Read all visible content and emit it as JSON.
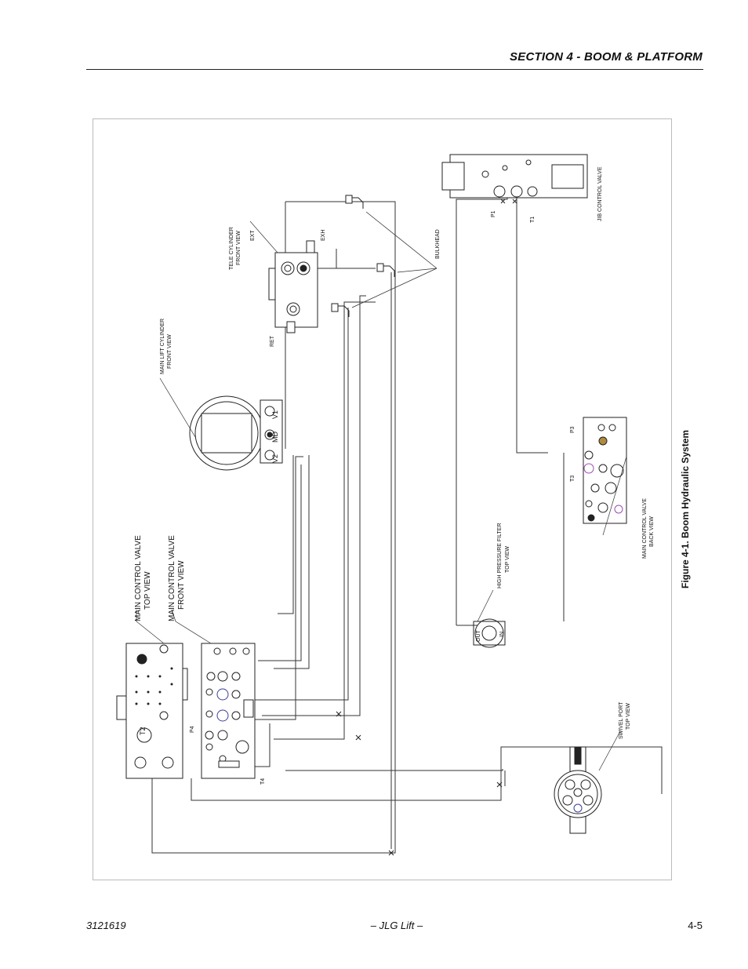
{
  "header": {
    "section_title": "SECTION 4 - BOOM & PLATFORM"
  },
  "figure": {
    "caption": "Figure 4-1.  Boom Hydraulic System",
    "labels": {
      "main_cv_top": [
        "MAIN CONTROL VALVE",
        "TOP VIEW"
      ],
      "main_cv_front": [
        "MAIN CONTROL VALVE",
        "FRONT VIEW"
      ],
      "main_lift_cyl": [
        "MAIN LIFT CYLINDER",
        "FRONT VIEW"
      ],
      "tele_cyl": [
        "TELE CYLINDER",
        "FRONT VIEW"
      ],
      "ext": "EXT",
      "exh": "EXH",
      "ret": "RET",
      "bulkhead": "BULKHEAD",
      "jib_cv": "JIB CONTROL VALVE",
      "p1": "P1",
      "t1": "T1",
      "hp_filter": [
        "HIGH PRESSURE FILTER",
        "TOP VIEW"
      ],
      "main_cv_back": [
        "MAIN CONTROL VALVE",
        "BACK VIEW"
      ],
      "p3": "P3",
      "t3": "T3",
      "swivel_port": [
        "SWIVEL PORT",
        "TOP VIEW"
      ],
      "t2": "T2",
      "p4": "P4",
      "t4": "T4",
      "v1": "V1",
      "v2": "V2",
      "md": "MD",
      "in": "IN",
      "out": "OUT"
    }
  },
  "footer": {
    "doc_number": "3121619",
    "center": "– JLG Lift –",
    "page": "4-5"
  }
}
